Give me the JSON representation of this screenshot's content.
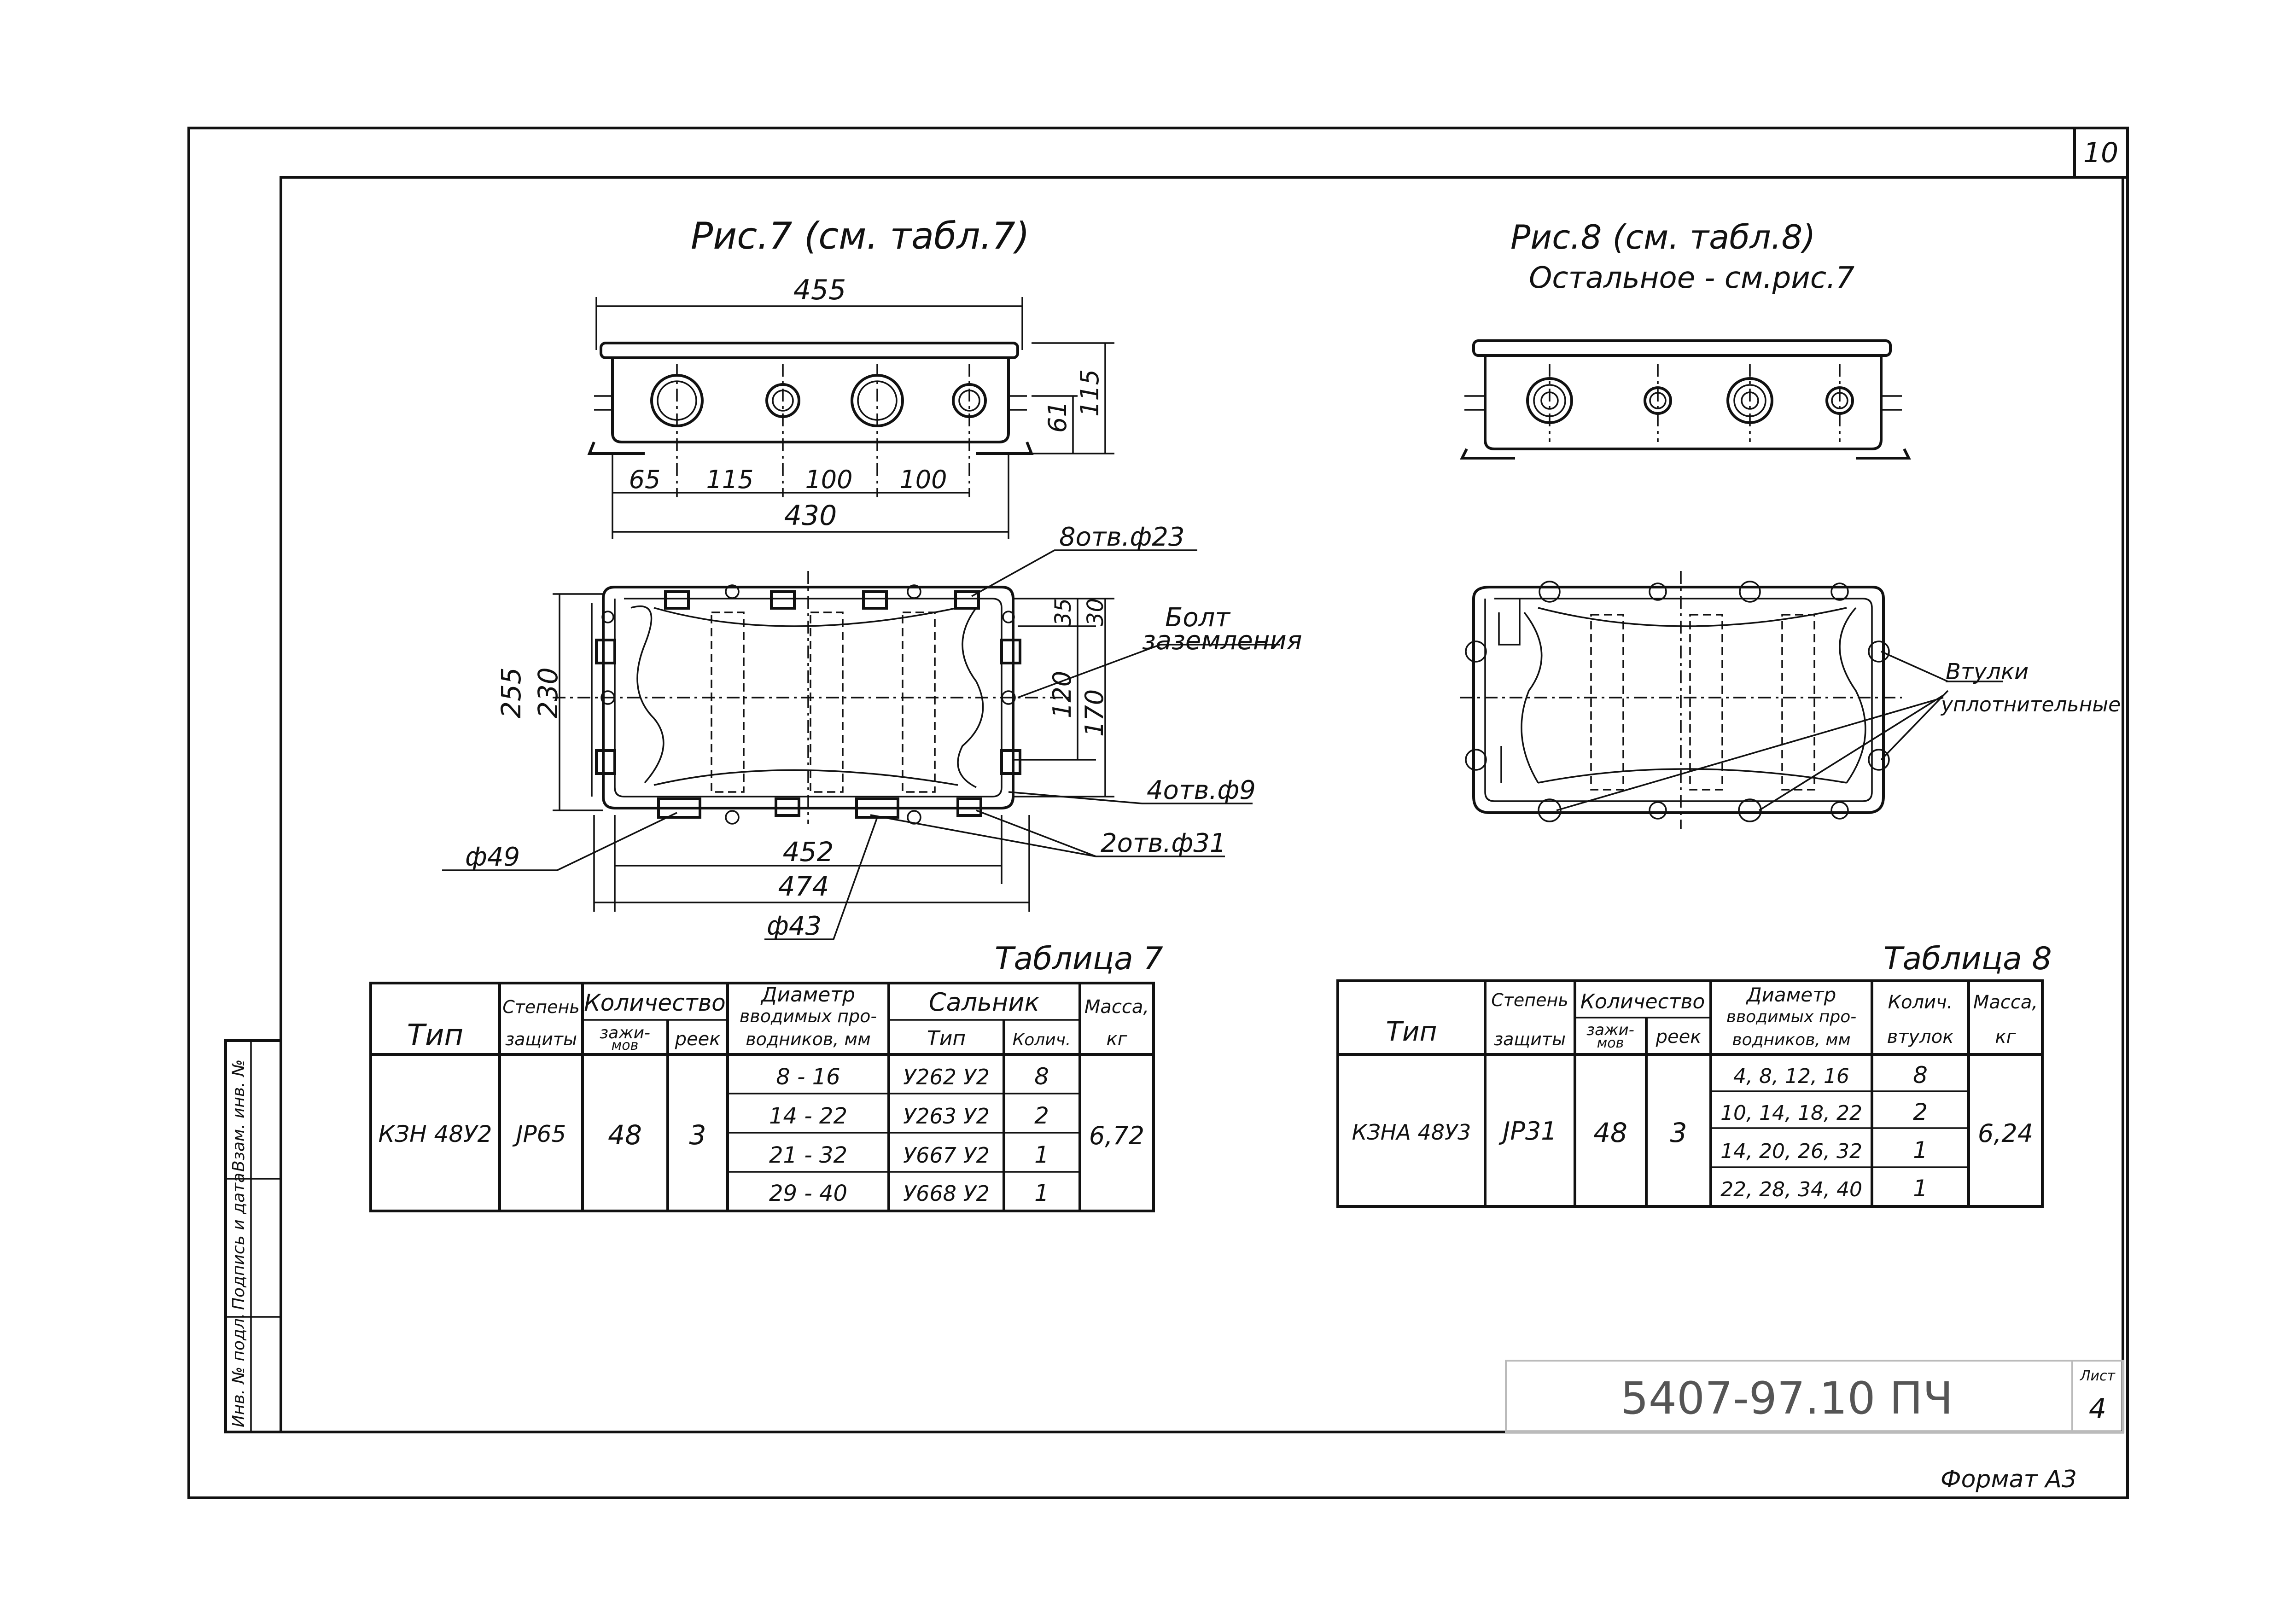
{
  "sheet": {
    "number": "10",
    "doc_code": "5407-97.10 ПЧ",
    "sheet_label": "Лист",
    "sheet_no": "4",
    "format": "Формат А3",
    "side_stamps": [
      "Инв. № подл.",
      "Подпись и дата",
      "Взам. инв. №"
    ]
  },
  "fig7": {
    "title": "Рис.7 (см. табл.7)",
    "dims": {
      "top_width": "455",
      "bottom_width": "430",
      "height": "115",
      "mid_height": "61",
      "seg1": "65",
      "seg2": "115",
      "seg3": "100",
      "seg4": "100",
      "plan_width_inner": "452",
      "plan_width_outer": "474",
      "plan_height_outer": "255",
      "plan_height_inner": "230",
      "right_h1": "35",
      "right_h2": "30",
      "right_h3": "120",
      "right_h4": "170"
    },
    "callouts": {
      "holes_23": "8отв.ф23",
      "bolt": "Болт\nзаземления",
      "holes_9": "4отв.ф9",
      "holes_31": "2отв.ф31",
      "d49": "ф49",
      "d43": "ф43"
    }
  },
  "fig8": {
    "title": "Рис.8 (см. табл.8)",
    "subtitle": "Остальное - см.рис.7",
    "callout_bushings": "Втулки\nуплотнительные"
  },
  "table7": {
    "caption": "Таблица 7",
    "headers": {
      "type": "Тип",
      "protection": "Степень защиты",
      "quantity": "Количество",
      "clamps": "зажи-мов",
      "din": "реек",
      "diameter": "Диаметр вводимых про-водников, мм",
      "gland": "Сальник",
      "gland_type": "Тип",
      "gland_qty": "Колич.",
      "mass": "Масса, кг"
    },
    "row": {
      "type": "КЗН 48У2",
      "protection": "JP65",
      "clamps": "48",
      "din": "3",
      "mass": "6,72"
    },
    "sub_rows": [
      {
        "diameter": "8 - 16",
        "gland": "У262 У2",
        "qty": "8"
      },
      {
        "diameter": "14 - 22",
        "gland": "У263 У2",
        "qty": "2"
      },
      {
        "diameter": "21 - 32",
        "gland": "У667 У2",
        "qty": "1"
      },
      {
        "diameter": "29 - 40",
        "gland": "У668 У2",
        "qty": "1"
      }
    ]
  },
  "table8": {
    "caption": "Таблица 8",
    "headers": {
      "type": "Тип",
      "protection": "Степень защиты",
      "quantity": "Количество",
      "clamps": "зажи-мов",
      "din": "реек",
      "diameter": "Диаметр вводимых про-водников, мм",
      "bushing_qty": "Колич. втулок",
      "mass": "Масса, кг"
    },
    "row": {
      "type": "КЗНА 48У3",
      "protection": "JP31",
      "clamps": "48",
      "din": "3",
      "mass": "6,24"
    },
    "sub_rows": [
      {
        "diameter": "4, 8, 12, 16",
        "qty": "8"
      },
      {
        "diameter": "10, 14, 18, 22",
        "qty": "2"
      },
      {
        "diameter": "14, 20, 26, 32",
        "qty": "1"
      },
      {
        "diameter": "22, 28, 34, 40",
        "qty": "1"
      }
    ]
  }
}
